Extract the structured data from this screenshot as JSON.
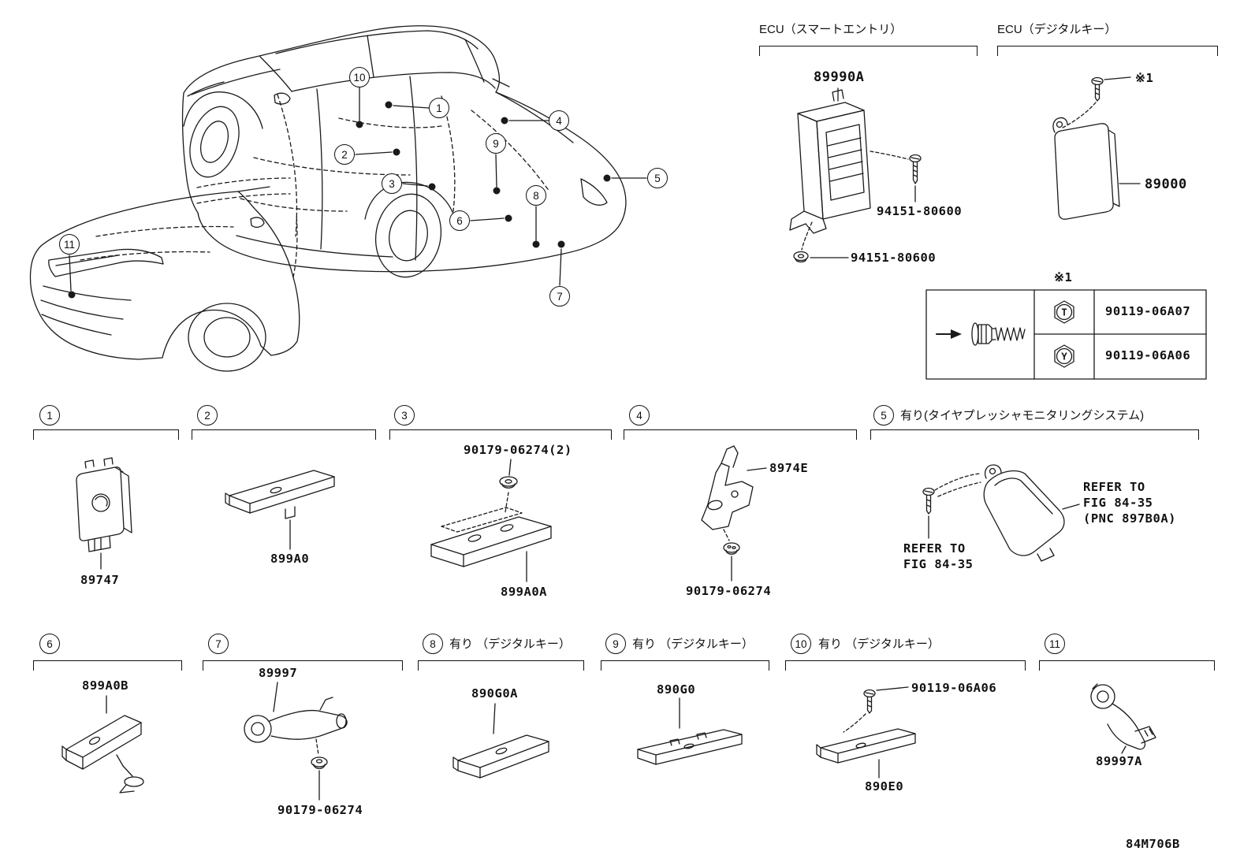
{
  "diagram_code": "84M706B",
  "ecu_smart_entry": {
    "title": "ECU（スマートエントリ）",
    "part_no": "89990A",
    "screw_right": "94151-80600",
    "screw_bottom": "94151-80600"
  },
  "ecu_digital_key": {
    "title": "ECU（デジタルキー）",
    "note": "※1",
    "part_no": "89000"
  },
  "bolt_table": {
    "note": "※1",
    "rows": [
      {
        "symbol": "T",
        "part_no": "90119-06A07"
      },
      {
        "symbol": "Y",
        "part_no": "90119-06A06"
      }
    ]
  },
  "sections": [
    {
      "num": "1",
      "part_no": "89747"
    },
    {
      "num": "2",
      "part_no": "899A0"
    },
    {
      "num": "3",
      "fastener": "90179-06274(2)",
      "part_no": "899A0A"
    },
    {
      "num": "4",
      "part_no": "8974E",
      "fastener": "90179-06274"
    },
    {
      "num": "5",
      "condition": "有り(タイヤプレッシャモニタリングシステム)",
      "ref_right": "REFER TO\nFIG 84-35\n(PNC 897B0A)",
      "ref_left": "REFER TO\nFIG 84-35"
    },
    {
      "num": "6",
      "part_no": "899A0B"
    },
    {
      "num": "7",
      "part_no": "89997",
      "fastener": "90179-06274"
    },
    {
      "num": "8",
      "condition": "有り （デジタルキー）",
      "part_no": "890G0A"
    },
    {
      "num": "9",
      "condition": "有り （デジタルキー）",
      "part_no": "890G0"
    },
    {
      "num": "10",
      "condition": "有り （デジタルキー）",
      "fastener": "90119-06A06",
      "part_no": "890E0"
    },
    {
      "num": "11",
      "part_no": "89997A"
    }
  ]
}
